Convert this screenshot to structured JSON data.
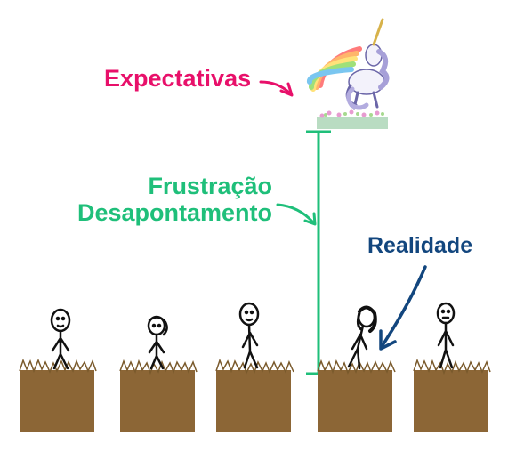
{
  "labels": {
    "expectations": "Expectativas",
    "frustration": "Frustração",
    "disappointment": "Desapontamento",
    "reality": "Realidade"
  },
  "colors": {
    "expectations": "#e8106a",
    "frustration": "#1fbf7a",
    "reality": "#12467e",
    "soil": "#8c6636",
    "grass": "#7a5a2c",
    "ink": "#111111"
  },
  "icons": {
    "unicorn": "unicorn-rainbow-icon",
    "figure": "stick-figure-icon"
  }
}
